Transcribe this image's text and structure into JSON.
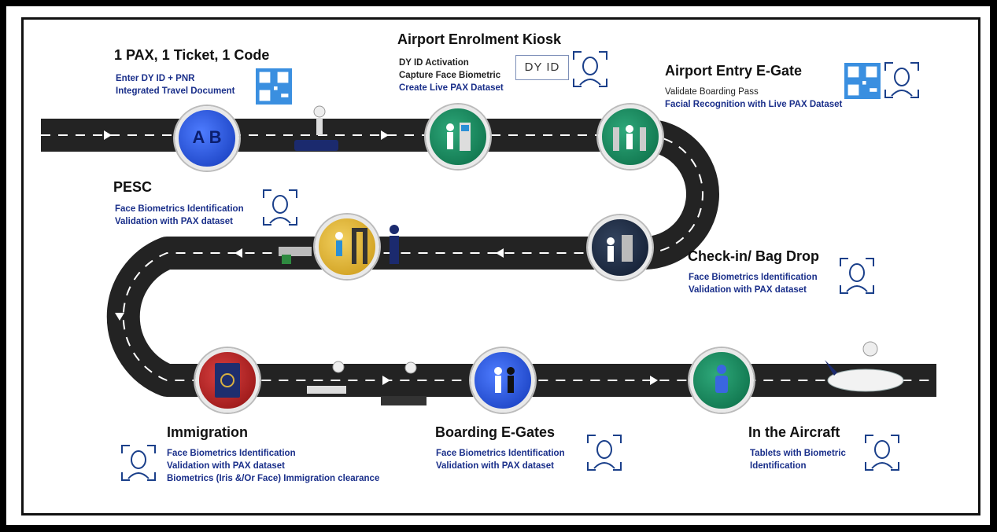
{
  "stages": {
    "pax": {
      "title": "1 PAX, 1 Ticket, 1 Code",
      "lines": [
        "Enter DY ID + PNR",
        "Integrated Travel Document"
      ]
    },
    "kiosk": {
      "title": "Airport Enrolment Kiosk",
      "lines": [
        "DY ID Activation",
        "Capture Face Biometric",
        "Create Live PAX Dataset"
      ],
      "box_label": "DY ID"
    },
    "egate": {
      "title": "Airport Entry E-Gate",
      "lines": [
        "Validate Boarding Pass",
        "Facial Recognition with Live PAX Dataset"
      ]
    },
    "pesc": {
      "title": "PESC",
      "lines": [
        "Face Biometrics Identification",
        "Validation with PAX dataset"
      ]
    },
    "checkin": {
      "title": "Check-in/ Bag Drop",
      "lines": [
        "Face Biometrics Identification",
        "Validation with PAX dataset"
      ]
    },
    "immigration": {
      "title": "Immigration",
      "lines": [
        "Face Biometrics Identification",
        "Validation with PAX dataset",
        "Biometrics (Iris &/Or Face) Immigration clearance"
      ]
    },
    "boarding": {
      "title": "Boarding E-Gates",
      "lines": [
        "Face Biometrics Identification",
        "Validation with PAX dataset"
      ]
    },
    "aircraft": {
      "title": "In the Aircraft",
      "lines": [
        "Tablets with Biometric",
        "Identification"
      ]
    }
  },
  "badges": {
    "pax_text": "A B",
    "colors": {
      "blue": "#1f4fd6",
      "green": "#138a5a",
      "yellow": "#e2b52a",
      "navy": "#1b2a44",
      "red": "#b32020"
    }
  }
}
